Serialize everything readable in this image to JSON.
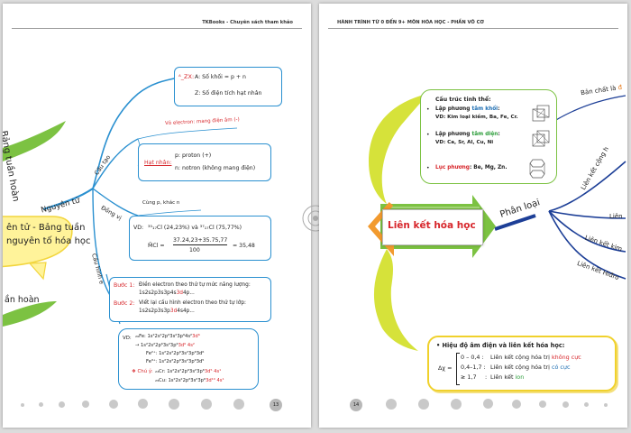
{
  "left": {
    "header": "TKBooks - Chuyên sách tham khảo",
    "page_number": "13",
    "branches": {
      "nguyen_tu": "Nguyên tử",
      "bang_tuan_hoan": "Bảng tuần hoàn",
      "tuan_hoan": "ần hoàn",
      "center_line1": "ên tử - Bảng tuần",
      "center_line2": "nguyên tố hóa học",
      "cau_tao": "Cấu tạo",
      "dong_vi": "Đồng vị",
      "cau_hinh_e": "Cấu hình e"
    },
    "atom_box": {
      "symbol": "ᴬ_ZX:",
      "line1": "A: Số khối = p + n",
      "line2": "Z: Số điện tích hạt nhân"
    },
    "electron_note": "Vỏ electron: mang điện âm (-)",
    "nucleus_box": {
      "label": "Hạt nhân:",
      "line1": "p: proton (+)",
      "line2": "n: notron   (không mang điện)"
    },
    "isotope_note": "Cùng p, khác n",
    "isotope_box": {
      "vd": "VD:",
      "line1": "³⁵₁₇Cl (24,23%) và ³⁷₁₇Cl (75,77%)",
      "mcl": "M̄Cl =",
      "numerator": "37.24,23+35.75,77",
      "denominator": "100",
      "result": "= 35,48"
    },
    "steps_box": {
      "step1_label": "Bước 1:",
      "step1_text": "Điền electron theo thứ tự mức năng lượng:",
      "step1_config_a": "1s2s2p3s3p4s",
      "step1_config_b": "3d",
      "step1_config_c": "4p...",
      "step2_label": "Bước 2:",
      "step2_text": "Viết lại cấu hình electron theo thứ tự lớp:",
      "step2_config_a": "1s2s2p3s3p",
      "step2_config_b": "3d",
      "step2_config_c": "4s4p..."
    },
    "fe_box": {
      "vd": "VD:",
      "fe_line": "₂₆Fe: 1s²2s²2p⁶3s²3p⁶4s²",
      "fe_line_red": "3d⁶",
      "fe_arrow_a": "→ 1s²2s²2p⁶3s²3p⁶",
      "fe_arrow_b": "3d⁶ 4s²",
      "fe2": "Fe²⁺:   1s²2s²2p⁶3s²3p⁶3d⁶",
      "fe3": "Fe³⁺:   1s²2s²2p⁶3s²3p⁶3d⁵",
      "note_label": "Chú ý:",
      "cr_a": "₂₄Cr: 1s²2s²2p⁶3s²3p⁶",
      "cr_b": "3d⁵ 4s¹",
      "cu_a": "₂₉Cu: 1s²2s²2p⁶3s²3p⁶",
      "cu_b": "3d¹⁰ 4s¹"
    }
  },
  "right": {
    "header": "HÀNH TRÌNH TỪ 0 ĐẾN 9+ MÔN HÓA HỌC - PHẦN VÔ CƠ",
    "page_number": "14",
    "center_title": "Liên kết hóa học",
    "phan_loai": "Phân loại",
    "ban_chat": "Bản chất là",
    "ban_chat_cut": "đ",
    "branch_cong_hoa": "Liên kết cộng h",
    "branch_lien": "Liên",
    "branch_kim": "Liên kết kim",
    "branch_hidro": "Liên kết Hiđro",
    "crystal_box": {
      "title": "Cấu trúc tinh thể:",
      "item1_a": "Lập phương ",
      "item1_b": "tâm khối",
      "item1_c": ":",
      "item1_vd": "VD: Kim loại kiềm, Ba, Fe, Cr.",
      "item2_a": "Lập phương ",
      "item2_b": "tâm diện",
      "item2_c": ":",
      "item2_vd": "VD: Ca, Sr, Al, Cu, Ni",
      "item3_a": "Lục phương",
      "item3_b": ": Be, Mg, Zn."
    },
    "electroneg_box": {
      "title": "Hiệu độ âm điện và liên kết hóa học:",
      "delta": "Δχ =",
      "r1_range": "0 – 0,4 :",
      "r1_text": "Liên kết cộng hóa trị ",
      "r1_type": "không cực",
      "r2_range": "0,4–1,7 :",
      "r2_text": "Liên kết cộng hóa trị ",
      "r2_type": "có cực",
      "r3_range": "≥ 1,7",
      "r3_colon": ":",
      "r3_text": "Liên kết ",
      "r3_type": "ion"
    }
  }
}
